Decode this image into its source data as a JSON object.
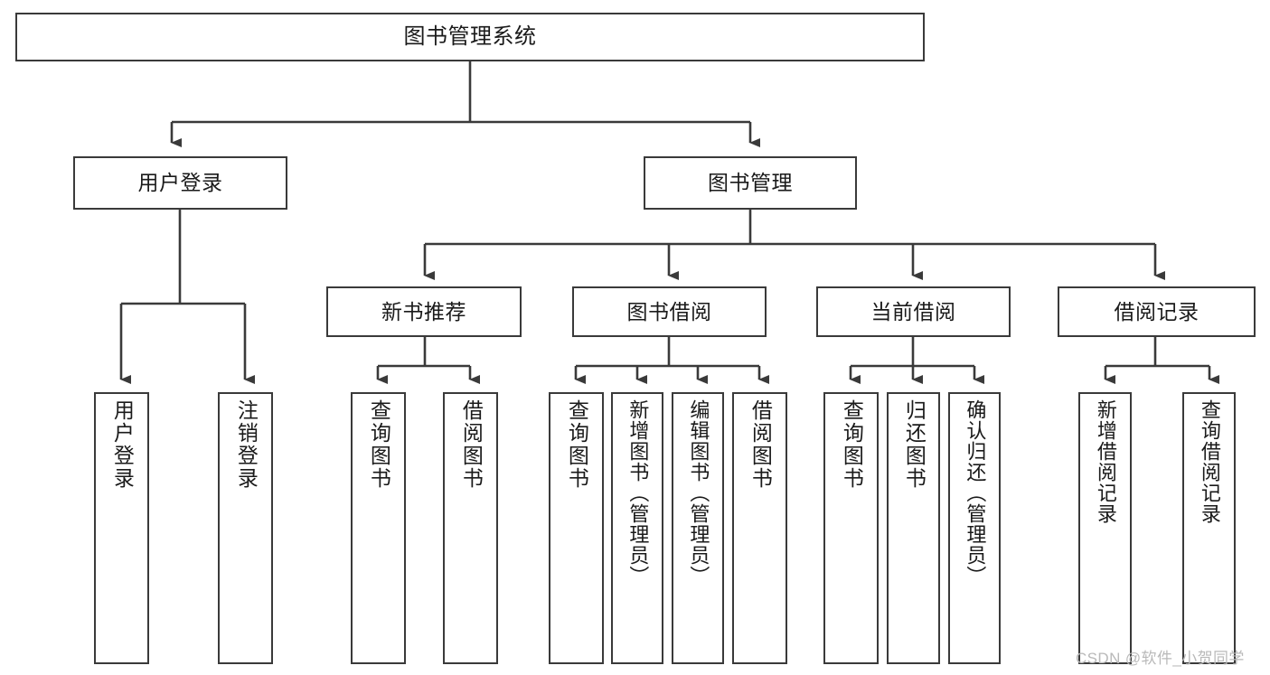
{
  "diagram": {
    "title": "图书管理系统",
    "type": "hierarchy-tree",
    "root": {
      "id": "root",
      "label": "图书管理系统",
      "orientation": "horizontal"
    },
    "level2": [
      {
        "id": "user-login",
        "label": "用户登录",
        "orientation": "horizontal"
      },
      {
        "id": "book-management",
        "label": "图书管理",
        "orientation": "horizontal"
      }
    ],
    "level3": [
      {
        "id": "new-book-recommend",
        "label": "新书推荐",
        "orientation": "horizontal"
      },
      {
        "id": "book-borrow",
        "label": "图书借阅",
        "orientation": "horizontal"
      },
      {
        "id": "current-borrow",
        "label": "当前借阅",
        "orientation": "horizontal"
      },
      {
        "id": "borrow-record",
        "label": "借阅记录",
        "orientation": "horizontal"
      }
    ],
    "leaves": {
      "user_login": [
        {
          "id": "leaf-user-login",
          "label": "用户登录",
          "orientation": "vertical"
        },
        {
          "id": "leaf-logout",
          "label": "注销登录",
          "orientation": "vertical"
        }
      ],
      "new_book_recommend": [
        {
          "id": "leaf-query-book-1",
          "label": "查询图书",
          "orientation": "vertical"
        },
        {
          "id": "leaf-borrow-book-1",
          "label": "借阅图书",
          "orientation": "vertical"
        }
      ],
      "book_borrow": [
        {
          "id": "leaf-query-book-2",
          "label": "查询图书",
          "orientation": "vertical"
        },
        {
          "id": "leaf-add-book",
          "label": "新增图书（管理员）",
          "orientation": "vertical"
        },
        {
          "id": "leaf-edit-book",
          "label": "编辑图书（管理员）",
          "orientation": "vertical"
        },
        {
          "id": "leaf-borrow-book-2",
          "label": "借阅图书",
          "orientation": "vertical"
        }
      ],
      "current_borrow": [
        {
          "id": "leaf-query-book-3",
          "label": "查询图书",
          "orientation": "vertical"
        },
        {
          "id": "leaf-return-book",
          "label": "归还图书",
          "orientation": "vertical"
        },
        {
          "id": "leaf-confirm-return",
          "label": "确认归还（管理员）",
          "orientation": "vertical"
        }
      ],
      "borrow_record": [
        {
          "id": "leaf-add-record",
          "label": "新增借阅记录",
          "orientation": "vertical"
        },
        {
          "id": "leaf-query-record",
          "label": "查询借阅记录",
          "orientation": "vertical"
        }
      ]
    },
    "colors": {
      "box_border": "#3a3a3a",
      "box_fill": "#ffffff",
      "connector": "#3a3a3a",
      "text": "#1a1a1a",
      "watermark": "#b9b9b9",
      "background": "#ffffff"
    }
  },
  "watermark": {
    "text": "CSDN @软件_小贺同学"
  }
}
